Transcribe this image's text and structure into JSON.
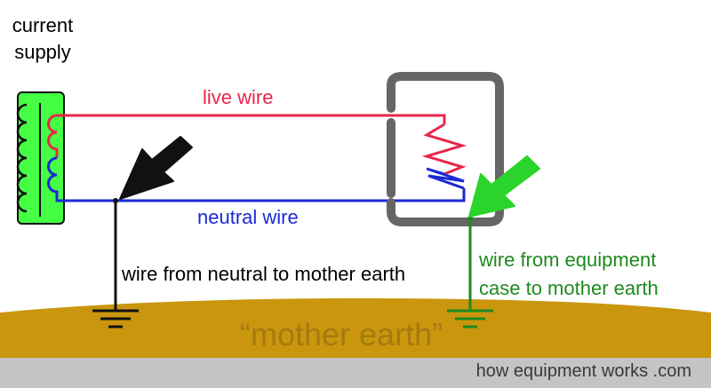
{
  "labels": {
    "supply_line1": "current",
    "supply_line2": "supply",
    "live_wire": "live wire",
    "neutral_wire": "neutral wire",
    "neutral_to_earth": "wire from neutral to mother earth",
    "equipment_line1": "wire from equipment",
    "equipment_line2": "case to mother earth",
    "mother_earth": "“mother earth”"
  },
  "footer": {
    "credit": "how equipment works .com"
  },
  "colors": {
    "live": "#e8264a",
    "neutral": "#1a2ad6",
    "earth_ground": "#c9960e",
    "equipment_earth": "#1e8a1e",
    "supply_box": "#44ff44",
    "equipment_case": "#666666",
    "footer_bg": "#c4c4c4"
  }
}
